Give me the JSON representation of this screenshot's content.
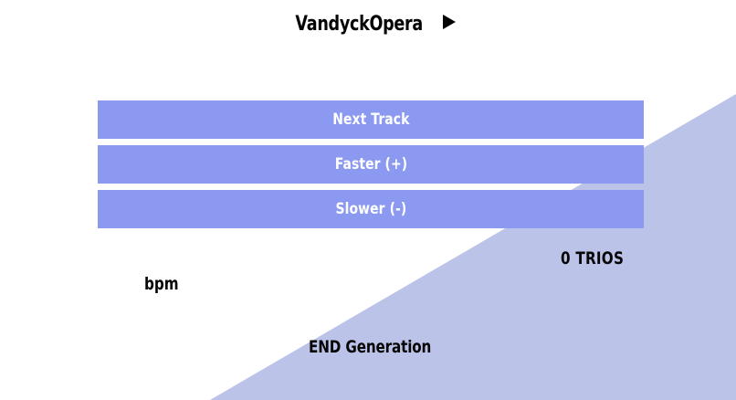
{
  "header": {
    "title": "VandyckOpera",
    "play_icon": "play-triangle-icon"
  },
  "controls": {
    "buttons": [
      {
        "name": "next-track",
        "label": "Next Track"
      },
      {
        "name": "faster",
        "label": "Faster (+)"
      },
      {
        "name": "slower",
        "label": "Slower (-)"
      }
    ]
  },
  "readouts": {
    "trios": "0 TRIOS",
    "bpm": "bpm",
    "generation": "END Generation"
  },
  "colors": {
    "button": "#8b9af0",
    "button_text": "#ffffff",
    "wedge": "#bcc3e8",
    "background": "#ffffff",
    "text": "#060606"
  },
  "decor": {
    "wedge_name": "diagonal-wedge"
  }
}
